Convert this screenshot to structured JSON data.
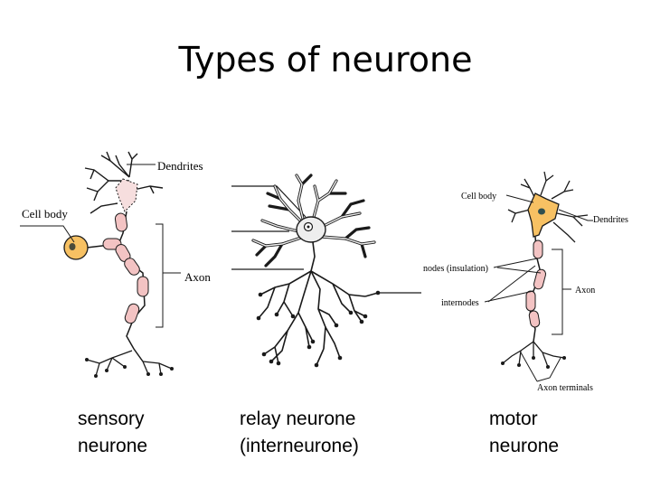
{
  "title": "Types of neurone",
  "colors": {
    "cell_body": "#f7c163",
    "dendrite_fill": "#f6dede",
    "schwann": "#f3c3c3",
    "line": "#1a1a1a",
    "relay_fill": "#eeeeee"
  },
  "sensory": {
    "labels": {
      "dendrites": "Dendrites",
      "cell_body": "Cell body",
      "axon": "Axon"
    },
    "caption": [
      "sensory",
      "neurone"
    ]
  },
  "relay": {
    "caption": [
      "relay neurone",
      "(interneurone)"
    ]
  },
  "motor": {
    "labels": {
      "cell_body": "Cell body",
      "dendrites": "Dendrites",
      "nodes": "nodes (insulation)",
      "internodes": "internodes",
      "axon": "Axon",
      "axon_terminals": "Axon terminals"
    },
    "caption": [
      "motor",
      "neurone"
    ]
  }
}
